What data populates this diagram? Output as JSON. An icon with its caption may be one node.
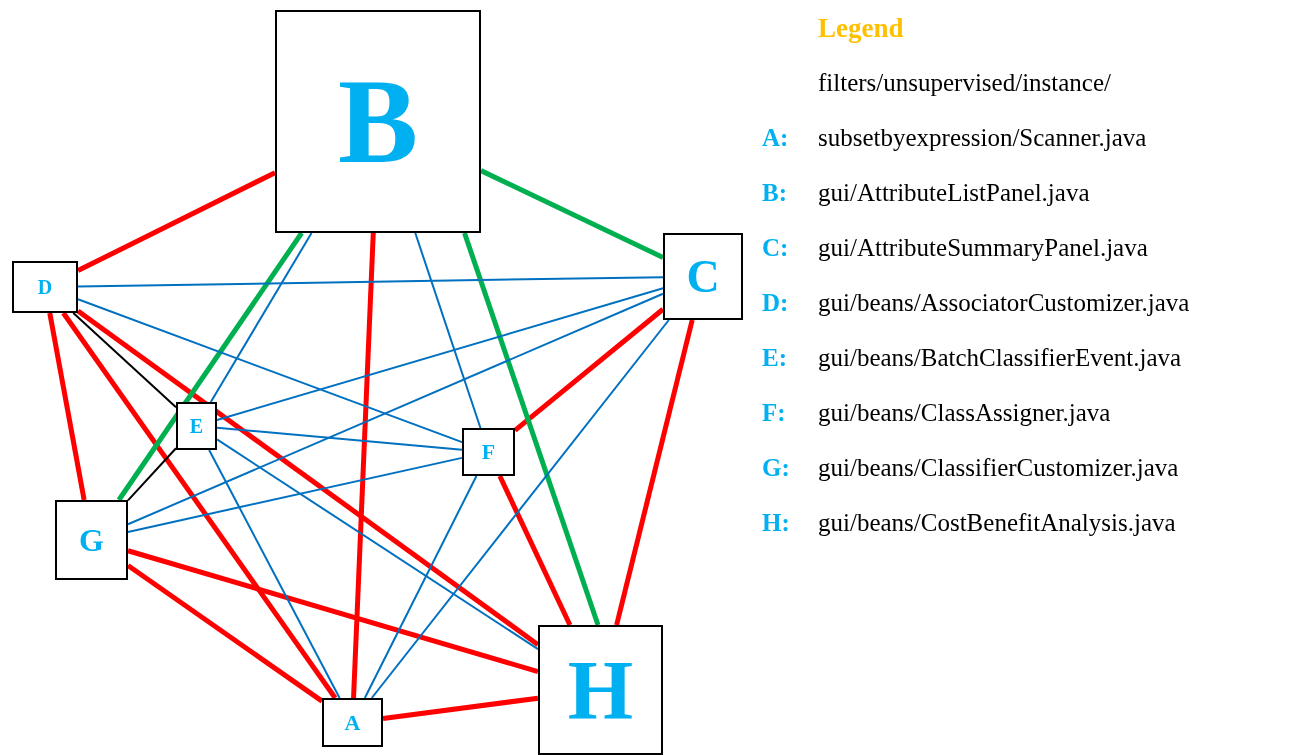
{
  "diagram": {
    "nodes": [
      {
        "text": [
          "A"
        ]
      },
      {
        "text": [
          "B"
        ]
      },
      {
        "text": [
          "C"
        ]
      },
      {
        "text": [
          "D"
        ]
      },
      {
        "text": [
          "E"
        ]
      },
      {
        "text": [
          "F"
        ]
      },
      {
        "text": [
          "G"
        ]
      },
      {
        "text": [
          "H"
        ]
      }
    ],
    "edges": [
      {
        "from": 1,
        "to": 3,
        "arrow": "none",
        "style": "thick",
        "color": "#ff0000"
      },
      {
        "from": 1,
        "to": 0,
        "arrow": "none",
        "style": "thick",
        "color": "#ff0000"
      },
      {
        "from": 3,
        "to": 6,
        "arrow": "none",
        "style": "thick",
        "color": "#ff0000"
      },
      {
        "from": 3,
        "to": 0,
        "arrow": "none",
        "style": "thick",
        "color": "#ff0000"
      },
      {
        "from": 3,
        "to": 7,
        "arrow": "none",
        "style": "thick",
        "color": "#ff0000"
      },
      {
        "from": 6,
        "to": 0,
        "arrow": "none",
        "style": "thick",
        "color": "#ff0000"
      },
      {
        "from": 6,
        "to": 7,
        "arrow": "none",
        "style": "thick",
        "color": "#ff0000"
      },
      {
        "from": 0,
        "to": 7,
        "arrow": "none",
        "style": "thick",
        "color": "#ff0000"
      },
      {
        "from": 2,
        "to": 5,
        "arrow": "none",
        "style": "thick",
        "color": "#ff0000"
      },
      {
        "from": 2,
        "to": 7,
        "arrow": "none",
        "style": "thick",
        "color": "#ff0000"
      },
      {
        "from": 5,
        "to": 7,
        "arrow": "none",
        "style": "thick",
        "color": "#ff0000"
      },
      {
        "from": 1,
        "to": 6,
        "arrow": "none",
        "style": "thick",
        "color": "#00b050"
      },
      {
        "from": 1,
        "to": 7,
        "arrow": "none",
        "style": "thick",
        "color": "#00b050"
      },
      {
        "from": 1,
        "to": 2,
        "arrow": "none",
        "style": "thick",
        "color": "#00b050"
      },
      {
        "from": 1,
        "to": 4,
        "arrow": "none"
      },
      {
        "from": 1,
        "to": 5,
        "arrow": "none"
      },
      {
        "from": 3,
        "to": 2,
        "arrow": "none"
      },
      {
        "from": 3,
        "to": 5,
        "arrow": "none"
      },
      {
        "from": 4,
        "to": 2,
        "arrow": "none"
      },
      {
        "from": 6,
        "to": 2,
        "arrow": "none"
      },
      {
        "from": 4,
        "to": 5,
        "arrow": "none"
      },
      {
        "from": 6,
        "to": 5,
        "arrow": "none"
      },
      {
        "from": 4,
        "to": 0,
        "arrow": "none"
      },
      {
        "from": 4,
        "to": 7,
        "arrow": "none"
      },
      {
        "from": 5,
        "to": 0,
        "arrow": "none"
      },
      {
        "from": 2,
        "to": 0,
        "arrow": "none"
      },
      {
        "from": 3,
        "to": 4,
        "arrow": "none",
        "color": "#000000"
      },
      {
        "from": 4,
        "to": 6,
        "arrow": "none",
        "color": "#000000"
      }
    ],
    "labels": [
      "Legend",
      "filters/unsupervised/instance/",
      "A:",
      "subsetbyexpression/Scanner.java",
      "B:",
      "gui/AttributeListPanel.java",
      "C:",
      "gui/AttributeSummaryPanel.java",
      "D:",
      "gui/beans/AssociatorCustomizer.java",
      "E:",
      "gui/beans/BatchClassifierEvent.java",
      "F:",
      "gui/beans/ClassAssigner.java",
      "G:",
      "gui/beans/ClassifierCustomizer.java",
      "H:",
      "gui/beans/CostBenefitAnalysis.java"
    ]
  }
}
